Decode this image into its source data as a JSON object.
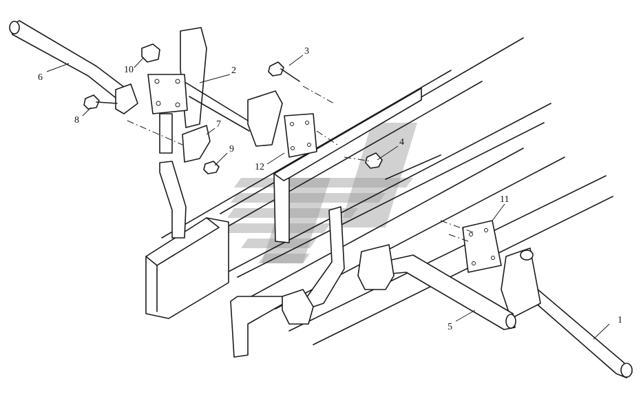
{
  "callouts": [
    {
      "label": "1"
    },
    {
      "label": "2"
    },
    {
      "label": "3"
    },
    {
      "label": "4"
    },
    {
      "label": "5"
    },
    {
      "label": "6"
    },
    {
      "label": "7"
    },
    {
      "label": "8"
    },
    {
      "label": "9"
    },
    {
      "label": "10"
    },
    {
      "label": "11"
    },
    {
      "label": "12"
    }
  ],
  "colors": {
    "line": "#1a1a1a",
    "watermark": "#9a9a9a",
    "background": "#ffffff"
  }
}
